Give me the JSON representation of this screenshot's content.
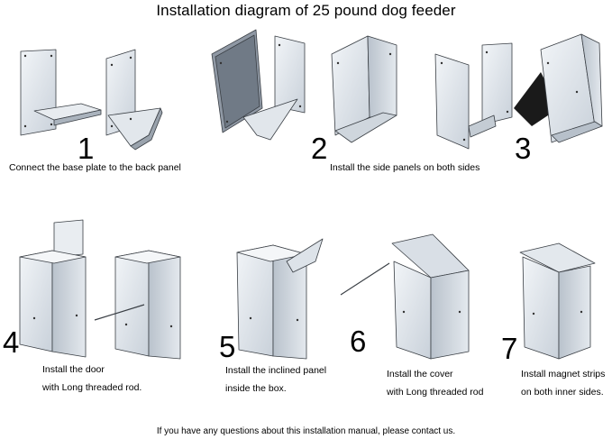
{
  "title": "Installation diagram of 25 pound dog feeder",
  "steps": [
    {
      "number": "1",
      "lines": [
        "Connect the base plate to the back panel"
      ]
    },
    {
      "number": "2",
      "lines": [
        "Install the side panels on both sides"
      ]
    },
    {
      "number": "3",
      "lines": []
    },
    {
      "number": "4",
      "lines": [
        "Install the door",
        "with Long threaded rod."
      ]
    },
    {
      "number": "5",
      "lines": [
        "Install the inclined panel",
        "inside the box."
      ]
    },
    {
      "number": "6",
      "lines": [
        "Install the cover",
        "with Long threaded rod"
      ]
    },
    {
      "number": "7",
      "lines": [
        "Install magnet strips",
        "on both inner sides."
      ]
    }
  ],
  "footer": "If you have any questions about this installation manual, please contact us.",
  "colors": {
    "panel": "#dfe5ec",
    "panel_dark": "#8f98a4",
    "outline": "#3a3f45",
    "shadow": "#1a1a1a"
  }
}
